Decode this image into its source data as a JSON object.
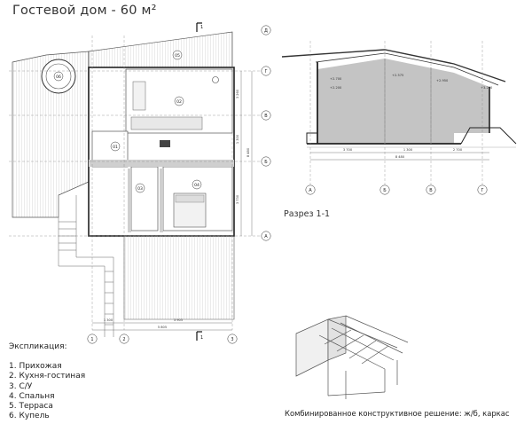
{
  "title": "Гостевой дом - 60 м²",
  "section_label": "Разрез 1-1",
  "legend": {
    "heading": "Экспликация:",
    "items": [
      "1. Прихожая",
      "2. Кухня-гостиная",
      "3. С/У",
      "4. Спальня",
      "5. Терраса",
      "6. Купель"
    ]
  },
  "caption": "Комбинированное конструктивное решение: ж/б, каркас",
  "plan": {
    "room_tags": [
      "01",
      "02",
      "03",
      "04",
      "05",
      "06"
    ],
    "axis_letters": [
      "Д",
      "Г",
      "В",
      "Б",
      "А"
    ],
    "axis_numbers": [
      "1",
      "2",
      "3"
    ],
    "section_marks": [
      "1",
      "1"
    ],
    "dims_bottom": [
      "1 300",
      "3 905"
    ],
    "dims_total": "5 805",
    "dims_right": [
      "3 260",
      "1 300",
      "3 730",
      "8 480"
    ]
  },
  "section": {
    "axis_letters": [
      "А",
      "Б",
      "В",
      "Г"
    ],
    "dims": [
      "3 700",
      "1 300",
      "2 700"
    ],
    "dims_total": "8 480",
    "levels": [
      "+2.700",
      "+2.200",
      "+2.575",
      "+2.950",
      "+3.200"
    ]
  }
}
